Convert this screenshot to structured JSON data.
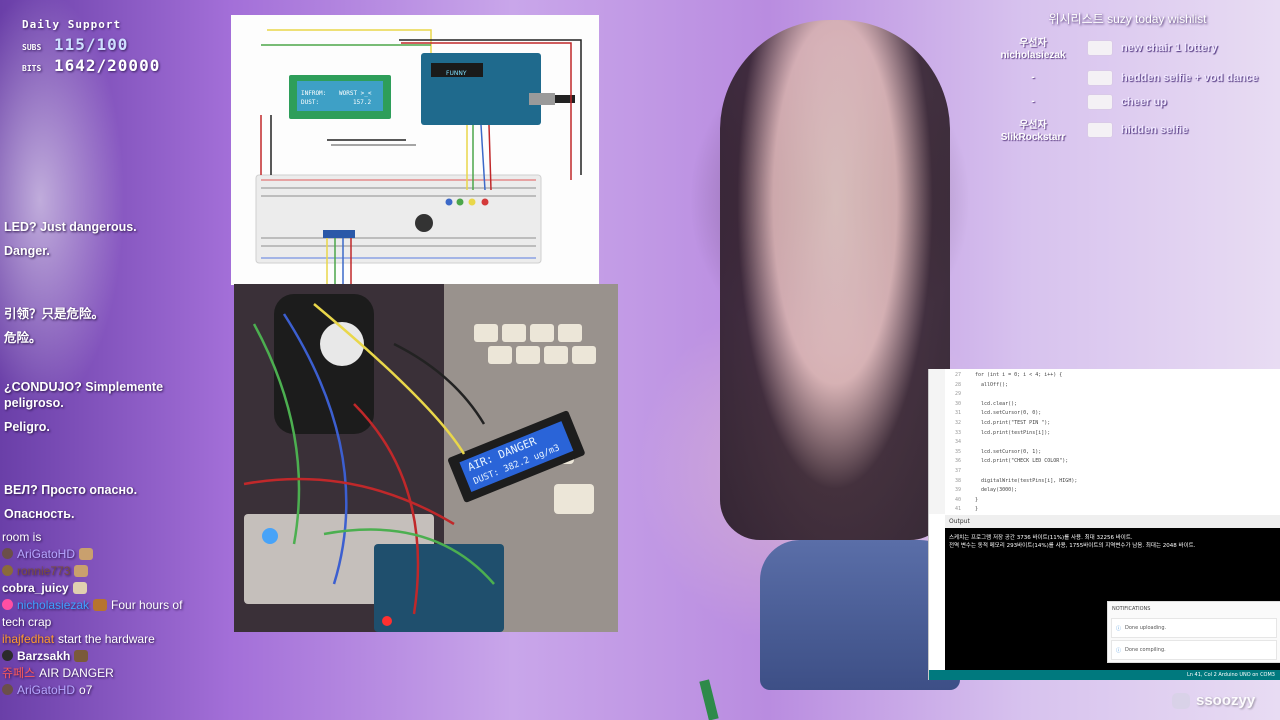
{
  "support": {
    "title": "Daily Support",
    "subs_label": "SUBS",
    "subs_value": "115/100",
    "bits_label": "BITS",
    "bits_value": "1642/20000"
  },
  "lcd": {
    "line1_label": "INFROM:",
    "line1_value": "WORST >_<",
    "line2_label": "DUST:",
    "line2_value": "157.2",
    "brand": "FUNNY"
  },
  "photo": {
    "lcd_line1": "AIR: DANGER",
    "lcd_line2": "DUST: 382.2 ug/m3"
  },
  "chat_translations": [
    {
      "a": "LED? Just dangerous.",
      "b": "Danger."
    },
    {
      "a": "引领？只是危险。",
      "b": "危险。"
    },
    {
      "a": "¿CONDUJO? Simplemente peligroso.",
      "b": "Peligro."
    },
    {
      "a": "ВЕЛ? Просто опасно.",
      "b": "Опасность."
    }
  ],
  "chatlog": {
    "partial": "room is",
    "lines": [
      {
        "user": "AriGatoHD",
        "color": "#b6a7ff",
        "text": ""
      },
      {
        "user": "ronnie773",
        "color": "#7a4e3c",
        "text": ""
      },
      {
        "user": "cobra_juicy",
        "color": "#ffffff",
        "text": ""
      },
      {
        "user": "nicholasiezak",
        "color": "#3ea1ff",
        "text": "Four hours of"
      },
      {
        "user": "",
        "color": "#ffffff",
        "text": "tech crap"
      },
      {
        "user": "ihajfedhat",
        "color": "#ff9b2f",
        "text": "start the hardware"
      },
      {
        "user": "Barzsakh",
        "color": "#ffffff",
        "text": ""
      },
      {
        "user": "쥬페스",
        "color": "#ff5a5a",
        "text": "AIR DANGER"
      },
      {
        "user": "AriGatoHD",
        "color": "#b6a7ff",
        "text": "o7"
      }
    ]
  },
  "wishlist": {
    "title": "위시리스트 suzy today wishlist",
    "rows": [
      {
        "who": "우선자\nnicholasiezak",
        "item": "new chair 1 lottery"
      },
      {
        "who": "-",
        "item": "hedden selfie + vod dance"
      },
      {
        "who": "-",
        "item": "cheer up"
      },
      {
        "who": "우선자\nSlikRockstarr",
        "item": "hidden selfie"
      }
    ]
  },
  "ide": {
    "line_numbers": "27\n28\n29\n30\n31\n32\n33\n34\n35\n36\n37\n38\n39\n40\n41\n42\n43",
    "code": "for (int i = 0; i < 4; i++) {\n  allOff();\n\n  lcd.clear();\n  lcd.setCursor(0, 0);\n  lcd.print(\"TEST PIN \");\n  lcd.print(testPins[i]);\n\n  lcd.setCursor(0, 1);\n  lcd.print(\"CHECK LED COLOR\");\n\n  digitalWrite(testPins[i], HIGH);\n  delay(3000);\n}\n}\n\n",
    "output_label": "Output",
    "console_line1": "스케치는 프로그램 저장 공간 3736 바이트(11%)를 사용. 최대 32256 바이트.",
    "console_line2": "전역 변수는 동적 메모리 293바이트(14%)를 사용, 1755바이트의 지역변수가 남음. 최대는 2048 바이트.",
    "status": "Ln 41, Col 2   Arduino UNO on COM3",
    "notif_title": "NOTIFICATIONS",
    "notif_1": "Done uploading.",
    "notif_2": "Done compiling."
  },
  "watermark": "ssoozyy"
}
